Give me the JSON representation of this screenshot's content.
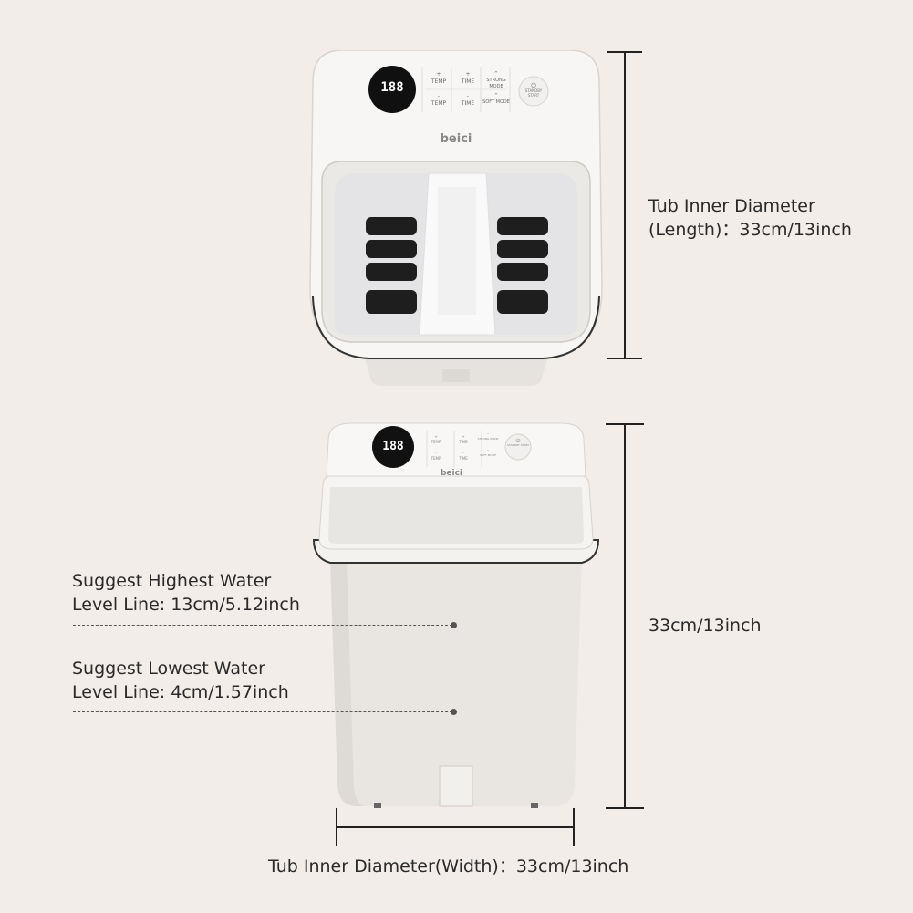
{
  "brand": "beici",
  "display_value": "188",
  "panel_buttons": [
    {
      "symbol": "+",
      "label": "TEMP"
    },
    {
      "symbol": "+",
      "label": "TIME"
    },
    {
      "symbol": "^",
      "label": "STRONG MODE"
    },
    {
      "symbol": "-",
      "label": "TEMP"
    },
    {
      "symbol": "-",
      "label": "TIME"
    },
    {
      "symbol": "^",
      "label": "SOFT MODE"
    }
  ],
  "power_button_label": "STANDBY START",
  "dimensions": {
    "length_label_line1": "Tub Inner Diameter",
    "length_label_line2": "(Length)：33cm/13inch",
    "height_label": "33cm/13inch",
    "width_label": "Tub Inner Diameter(Width)：33cm/13inch"
  },
  "water_levels": {
    "highest_line1": "Suggest Highest Water",
    "highest_line2": "Level Line: 13cm/5.12inch",
    "lowest_line1": "Suggest Lowest Water",
    "lowest_line2": "Level Line: 4cm/1.57inch"
  }
}
